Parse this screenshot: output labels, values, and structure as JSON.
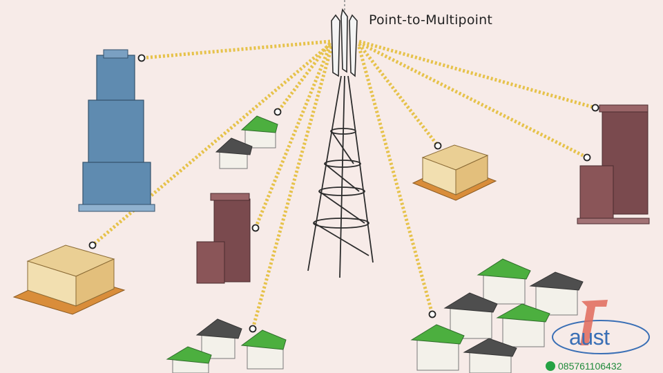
{
  "diagram": {
    "title": "Point-to-Multipoint",
    "hub": {
      "label": ""
    },
    "nodes": [
      {
        "id": "skyscraper-blue"
      },
      {
        "id": "house-pair-small"
      },
      {
        "id": "brick-tower-center"
      },
      {
        "id": "office-block-left"
      },
      {
        "id": "house-pair-bottom"
      },
      {
        "id": "house-cluster-right"
      },
      {
        "id": "office-block-right"
      },
      {
        "id": "brick-tower-right"
      }
    ],
    "colors": {
      "link": "#e6c24a",
      "tower": "#2c2c2c",
      "roof_green": "#4caf3f",
      "roof_gray": "#4e4e4e",
      "brick": "#7a4a4e",
      "blue_building": "#5f8bb0",
      "tan_building": "#e8c98e",
      "logo": "#3a6fb5",
      "phone": "#1f8a3a"
    }
  },
  "watermark": {
    "logo_text": "aust",
    "phone": "085761106432"
  }
}
